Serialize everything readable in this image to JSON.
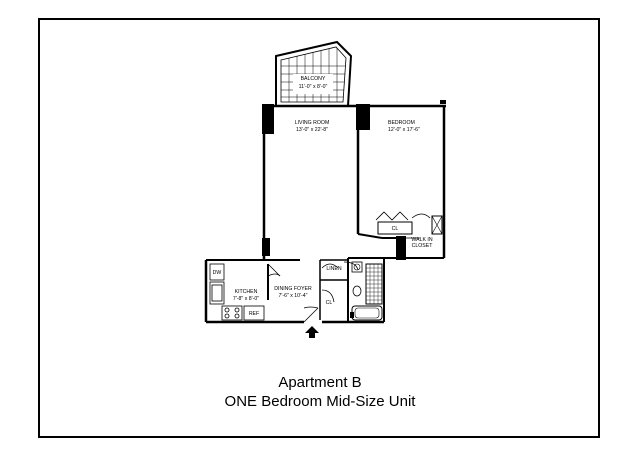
{
  "caption": {
    "title": "Apartment B",
    "subtitle": "ONE Bedroom  Mid-Size Unit"
  },
  "rooms": {
    "balcony": {
      "name": "BALCONY",
      "dims": "11'-0\" x 8'-0\""
    },
    "living_room": {
      "name": "LIVING ROOM",
      "dims": "13'-0\" x 22'-8\""
    },
    "bedroom": {
      "name": "BEDROOM",
      "dims": "12'-0\" x 17'-6\""
    },
    "kitchen": {
      "name": "KITCHEN",
      "dims": "7'-8\" x 8'-0\""
    },
    "dining_foyer": {
      "name": "DINING FOYER",
      "dims": "7'-6\" x 10'-4\""
    }
  },
  "fixtures": {
    "bedroom_closet": "CL",
    "foyer_closet": "CL",
    "walk_in_closet_line1": "WALK IN",
    "walk_in_closet_line2": "CLOSET",
    "linen": "LINEN",
    "dishwasher": "DW",
    "refrigerator": "REF"
  },
  "colors": {
    "ink": "#000000",
    "paper": "#ffffff"
  }
}
